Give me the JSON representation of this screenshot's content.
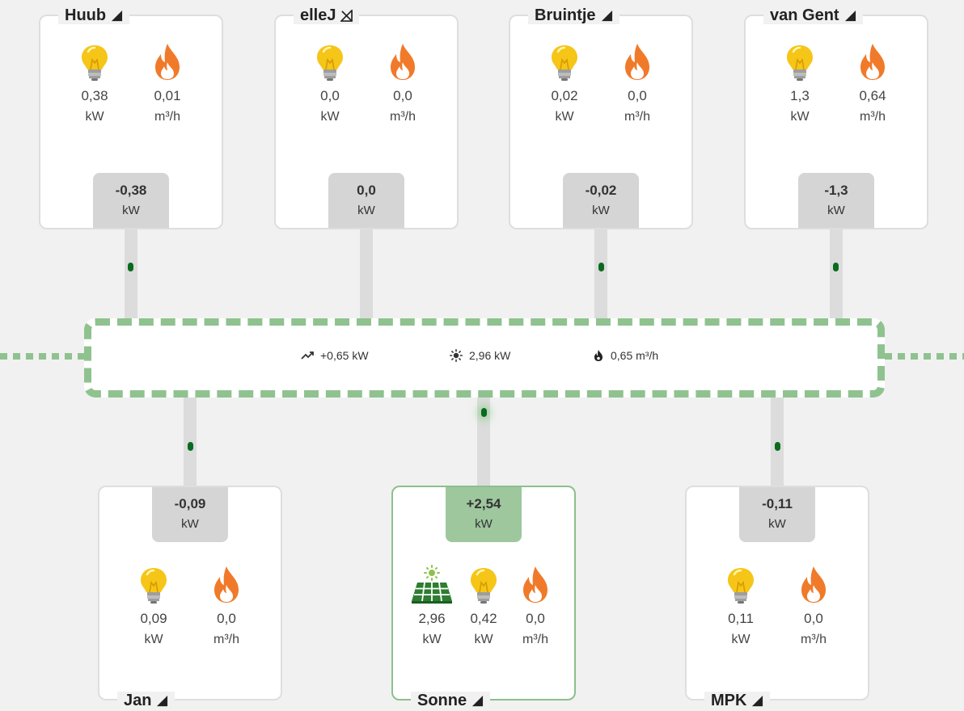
{
  "bus": {
    "grid_value": "+0,65 kW",
    "solar_value": "2,96 kW",
    "gas_value": "0,65 m³/h",
    "accent": "#8fc28f"
  },
  "houses_top": [
    {
      "name": "Huub",
      "electricity": "0,38",
      "electricity_unit": "kW",
      "gas": "0,01",
      "gas_unit": "m³/h",
      "net": "-0,38",
      "net_unit": "kW",
      "signal": "signal-icon"
    },
    {
      "name": "elleJ",
      "electricity": "0,0",
      "electricity_unit": "kW",
      "gas": "0,0",
      "gas_unit": "m³/h",
      "net": "0,0",
      "net_unit": "kW",
      "signal": "no-signal-icon"
    },
    {
      "name": "Bruintje",
      "electricity": "0,02",
      "electricity_unit": "kW",
      "gas": "0,0",
      "gas_unit": "m³/h",
      "net": "-0,02",
      "net_unit": "kW",
      "signal": "signal-icon"
    },
    {
      "name": "van Gent",
      "electricity": "1,3",
      "electricity_unit": "kW",
      "gas": "0,64",
      "gas_unit": "m³/h",
      "net": "-1,3",
      "net_unit": "kW",
      "signal": "signal-icon"
    }
  ],
  "houses_bottom": [
    {
      "name": "Jan",
      "electricity": "0,09",
      "electricity_unit": "kW",
      "gas": "0,0",
      "gas_unit": "m³/h",
      "net": "-0,09",
      "net_unit": "kW",
      "signal": "signal-icon"
    },
    {
      "name": "Sonne",
      "solar": "2,96",
      "solar_unit": "kW",
      "electricity": "0,42",
      "electricity_unit": "kW",
      "gas": "0,0",
      "gas_unit": "m³/h",
      "net": "+2,54",
      "net_unit": "kW",
      "signal": "signal-icon"
    },
    {
      "name": "MPK",
      "electricity": "0,11",
      "electricity_unit": "kW",
      "gas": "0,0",
      "gas_unit": "m³/h",
      "net": "-0,11",
      "net_unit": "kW",
      "signal": "signal-icon"
    }
  ],
  "colors": {
    "bulb": "#f5c518",
    "flame": "#f07a2a",
    "solar_panel": "#2e7d32",
    "flow_dot": "#0a6b1e",
    "positive_badge": "#9ec79e",
    "neutral_badge": "#d5d5d5"
  }
}
